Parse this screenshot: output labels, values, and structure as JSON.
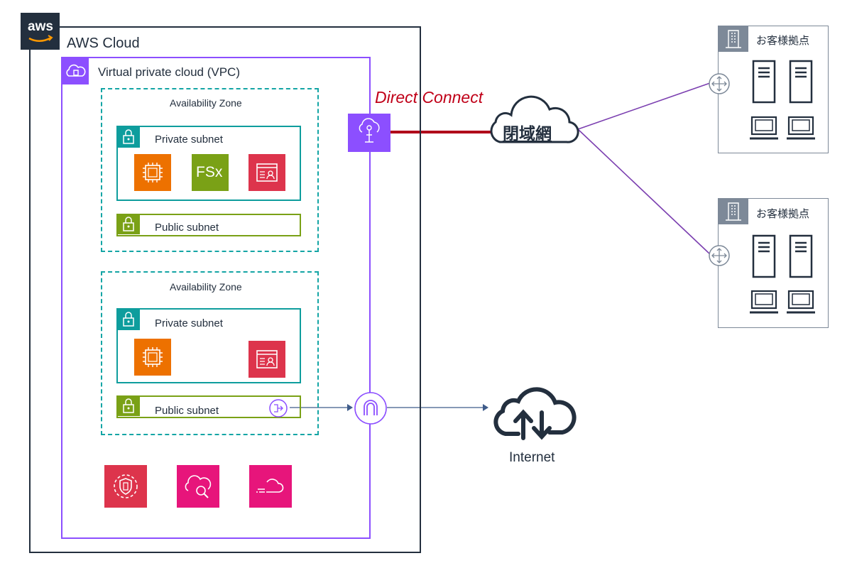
{
  "aws_cloud": {
    "title": "AWS Cloud",
    "logo_text": "aws",
    "logo_icon": "aws-logo-icon"
  },
  "vpc": {
    "title": "Virtual private cloud (VPC)",
    "icon": "vpc-icon"
  },
  "az1": {
    "title": "Availability Zone",
    "private_subnet": {
      "title": "Private subnet",
      "services": [
        "ec2-icon",
        "fsx-icon",
        "directory-service-icon"
      ],
      "fsx_text": "FSx"
    },
    "public_subnet": {
      "title": "Public subnet"
    }
  },
  "az2": {
    "title": "Availability Zone",
    "private_subnet": {
      "title": "Private subnet",
      "services": [
        "ec2-icon",
        "directory-service-icon"
      ]
    },
    "public_subnet": {
      "title": "Public subnet",
      "icon": "nat-gateway-icon"
    }
  },
  "bottom_services": [
    "security-hub-icon",
    "cloudwatch-icon",
    "cloudtrail-icon"
  ],
  "direct_connect": {
    "label": "Direct Connect",
    "icon": "direct-connect-gateway-icon",
    "line_color": "#b0001a",
    "label_color": "#c00018"
  },
  "closed_network": {
    "label": "閉域網",
    "icon": "cloud-icon"
  },
  "internet_gateway": {
    "icon": "internet-gateway-icon"
  },
  "internet": {
    "label": "Internet",
    "icon": "internet-cloud-icon"
  },
  "customer_sites": [
    {
      "title": "お客様拠点",
      "icon": "building-icon",
      "router_icon": "router-icon",
      "servers": 2,
      "clients": 2
    },
    {
      "title": "お客様拠点",
      "icon": "building-icon",
      "router_icon": "router-icon",
      "servers": 2,
      "clients": 2
    }
  ],
  "colors": {
    "vpc": "#8c4fff",
    "az": "#14a5a5",
    "private_subnet": "#0e9d9d",
    "public_subnet": "#7aa116",
    "compute": "#ed7100",
    "storage": "#7aa116",
    "security": "#dd344c",
    "management": "#e7157b",
    "networking": "#8c4fff",
    "link": "#7b3fb0",
    "site_border": "#7d8998"
  }
}
